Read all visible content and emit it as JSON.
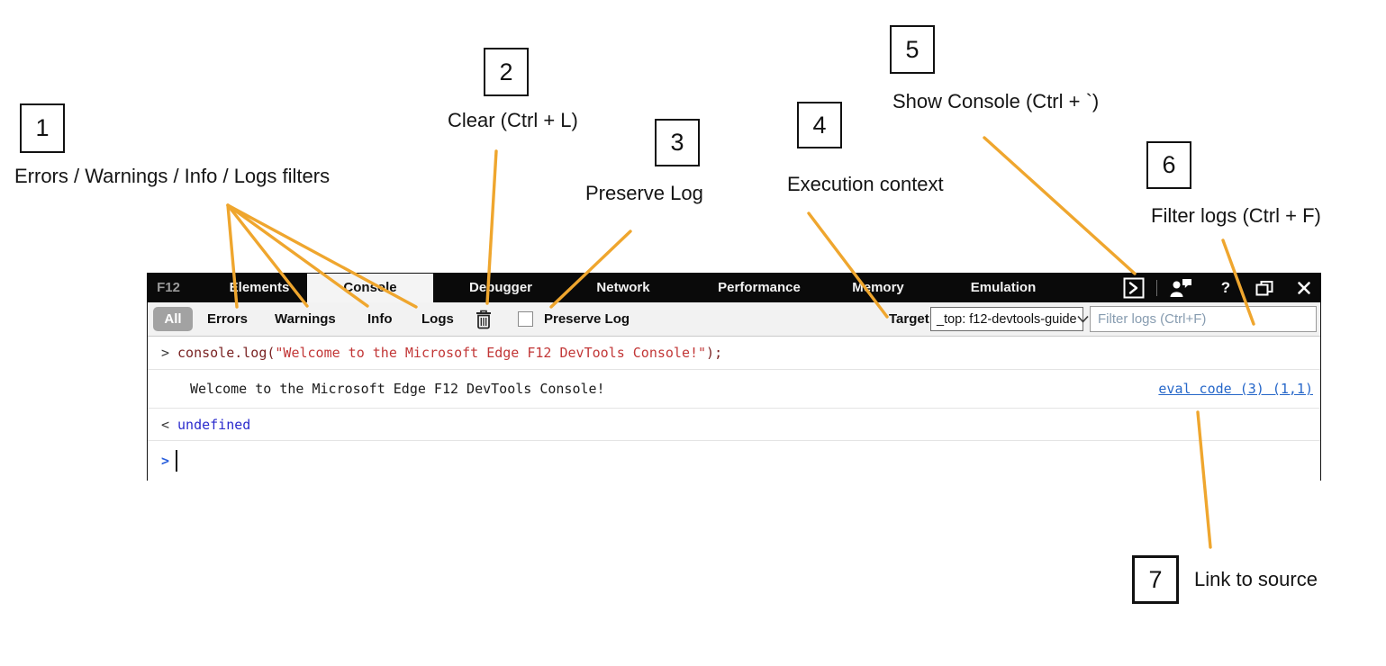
{
  "annotations": [
    {
      "num": "1",
      "label": "Errors / Warnings / Info / Logs filters"
    },
    {
      "num": "2",
      "label": "Clear (Ctrl + L)"
    },
    {
      "num": "3",
      "label": "Preserve Log"
    },
    {
      "num": "4",
      "label": "Execution context"
    },
    {
      "num": "5",
      "label": "Show Console (Ctrl + `)"
    },
    {
      "num": "6",
      "label": "Filter logs (Ctrl + F)"
    },
    {
      "num": "7",
      "label": "Link to source"
    }
  ],
  "devtools": {
    "tabs": [
      "F12",
      "Elements",
      "Console",
      "Debugger",
      "Network",
      "Performance",
      "Memory",
      "Emulation"
    ],
    "active_tab": "Console",
    "titlebar": {
      "help_glyph": "?"
    },
    "filter_bar": {
      "all": "All",
      "filters": [
        "Errors",
        "Warnings",
        "Info",
        "Logs"
      ],
      "preserve_log_label": "Preserve Log",
      "target_label": "Target",
      "target_value": "_top: f12-devtools-guide",
      "filter_placeholder": "Filter logs (Ctrl+F)"
    },
    "console": {
      "input_echo": {
        "prompt": ">",
        "code_pre": "console.log(",
        "string_arg": "\"Welcome to the Microsoft Edge F12 DevTools Console!\"",
        "code_post": ");"
      },
      "log_message": "Welcome to the Microsoft Edge F12 DevTools Console!",
      "source_link": "eval code (3) (1,1)",
      "result_prompt": "<",
      "result_value": "undefined",
      "input_prompt": ">"
    }
  },
  "icons": [
    "show-console-icon",
    "feedback-icon",
    "help-icon",
    "restore-window-icon",
    "close-icon",
    "trash-icon",
    "chevron-down-icon"
  ],
  "colors": {
    "callout_amber": "#EFA62E",
    "tab_bar_bg": "#0a0a0a",
    "active_tab_bg": "#f4f4f4",
    "filter_bar_bg": "#f2f2f2",
    "all_pill_bg": "#a2a2a2",
    "code_dark_red": "#7a2323",
    "string_red": "#c23737",
    "result_blue": "#2b2bcd",
    "prompt_blue": "#2a5fdc",
    "link_blue": "#2667c9",
    "placeholder_gray_blue": "#879cb0"
  }
}
